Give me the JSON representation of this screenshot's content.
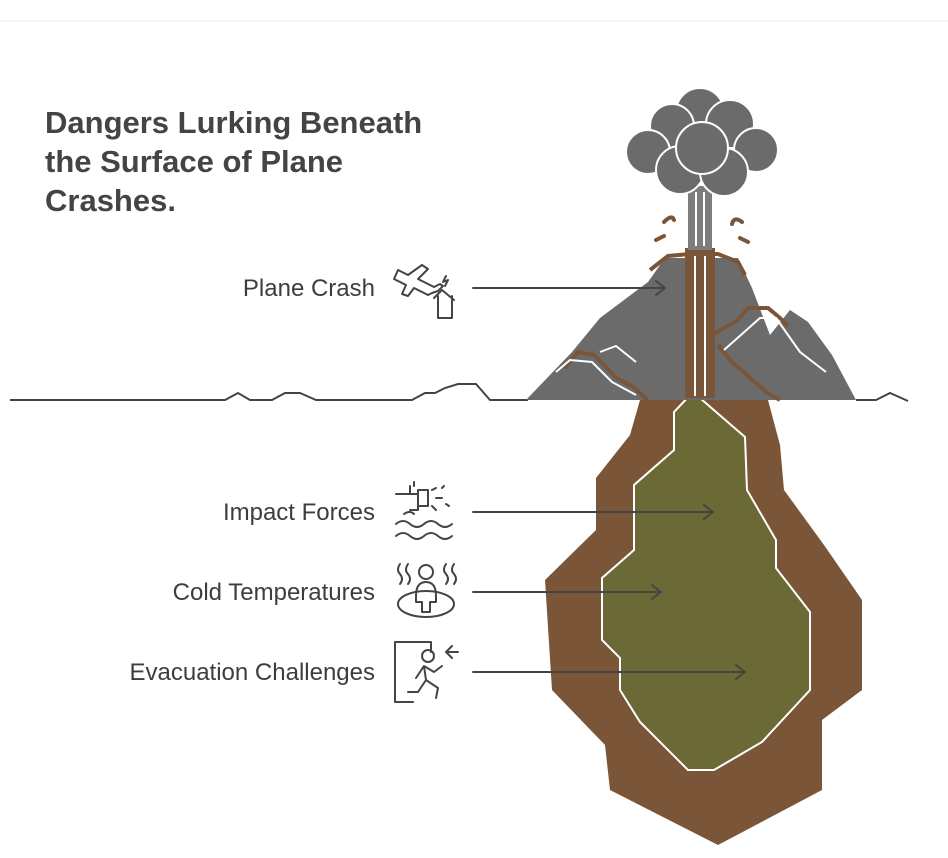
{
  "title": "Dangers Lurking Beneath the Surface of Plane Crashes.",
  "items": [
    {
      "label": "Plane Crash",
      "icon": "plane-crash-icon"
    },
    {
      "label": "Impact Forces",
      "icon": "impact-water-icon"
    },
    {
      "label": "Cold Temperatures",
      "icon": "cold-person-icon"
    },
    {
      "label": "Evacuation Challenges",
      "icon": "running-exit-icon"
    }
  ],
  "colors": {
    "ash": "#666666",
    "mountain": "#6b6b6b",
    "lava": "#7b5538",
    "core": "#6b6a37",
    "line": "#444444"
  }
}
